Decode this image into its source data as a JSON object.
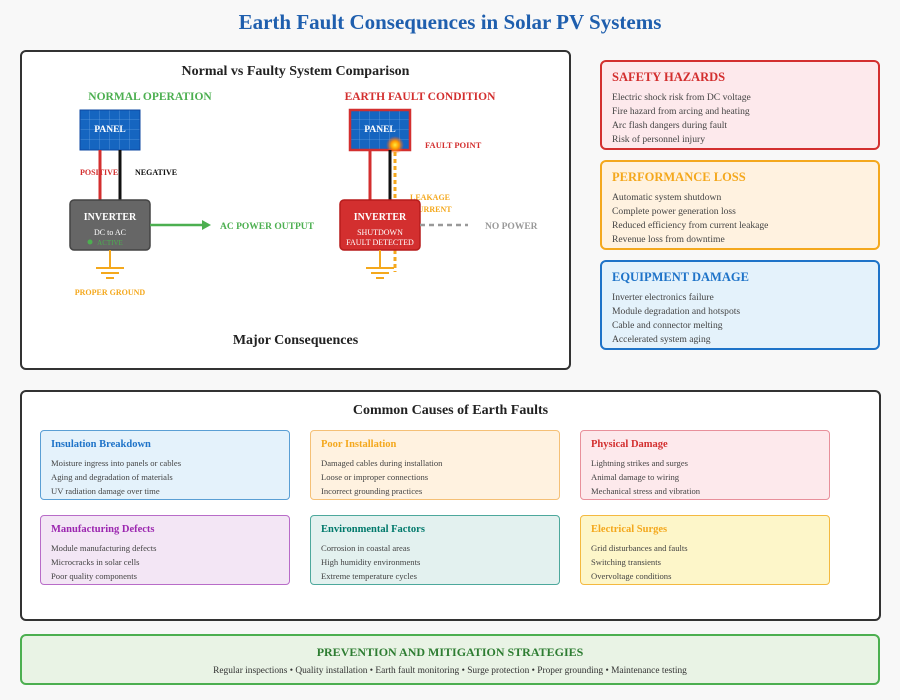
{
  "title": "Earth Fault Consequences in Solar PV Systems",
  "comparison": {
    "title": "Normal vs Faulty System Comparison",
    "normal": {
      "heading": "NORMAL OPERATION",
      "panel": "PANEL",
      "positive": "POSITIVE",
      "negative": "NEGATIVE",
      "inverter": "INVERTER",
      "inverter_sub": "DC to AC",
      "inverter_status": "ACTIVE",
      "output": "AC POWER OUTPUT",
      "ground": "PROPER GROUND"
    },
    "fault": {
      "heading": "EARTH FAULT CONDITION",
      "panel": "PANEL",
      "fault_point": "FAULT POINT",
      "leakage_line1": "LEAKAGE",
      "leakage_line2": "CURRENT",
      "inverter": "INVERTER",
      "inverter_sub1": "SHUTDOWN",
      "inverter_sub2": "FAULT DETECTED",
      "output": "NO POWER"
    },
    "major_consequences": "Major Consequences"
  },
  "consequences": [
    {
      "title": "SAFETY HAZARDS",
      "items": [
        "Electric shock risk from DC voltage",
        "Fire hazard from arcing and heating",
        "Arc flash dangers during fault",
        "Risk of personnel injury"
      ]
    },
    {
      "title": "PERFORMANCE LOSS",
      "items": [
        "Automatic system shutdown",
        "Complete power generation loss",
        "Reduced efficiency from current leakage",
        "Revenue loss from downtime"
      ]
    },
    {
      "title": "EQUIPMENT DAMAGE",
      "items": [
        "Inverter electronics failure",
        "Module degradation and hotspots",
        "Cable and connector melting",
        "Accelerated system aging"
      ]
    }
  ],
  "causes": {
    "title": "Common Causes of Earth Faults",
    "cards": [
      {
        "title": "Insulation Breakdown",
        "items": [
          "Moisture ingress into panels or cables",
          "Aging and degradation of materials",
          "UV radiation damage over time"
        ]
      },
      {
        "title": "Poor Installation",
        "items": [
          "Damaged cables during installation",
          "Loose or improper connections",
          "Incorrect grounding practices"
        ]
      },
      {
        "title": "Physical Damage",
        "items": [
          "Lightning strikes and surges",
          "Animal damage to wiring",
          "Mechanical stress and vibration"
        ]
      },
      {
        "title": "Manufacturing Defects",
        "items": [
          "Module manufacturing defects",
          "Microcracks in solar cells",
          "Poor quality components"
        ]
      },
      {
        "title": "Environmental Factors",
        "items": [
          "Corrosion in coastal areas",
          "High humidity environments",
          "Extreme temperature cycles"
        ]
      },
      {
        "title": "Electrical Surges",
        "items": [
          "Grid disturbances and faults",
          "Switching transients",
          "Overvoltage conditions"
        ]
      }
    ]
  },
  "prevention": {
    "title": "PREVENTION AND MITIGATION STRATEGIES",
    "line": "Regular inspections • Quality installation • Earth fault monitoring • Surge protection • Proper grounding • Maintenance testing"
  },
  "colors": {
    "title_blue": "#1f5fae",
    "green": "#4caf50",
    "red": "#d32f2f",
    "orange": "#f4a81d",
    "blue": "#1e73c8",
    "panel_blue": "#1565c0",
    "inverter_gray": "#666666"
  }
}
